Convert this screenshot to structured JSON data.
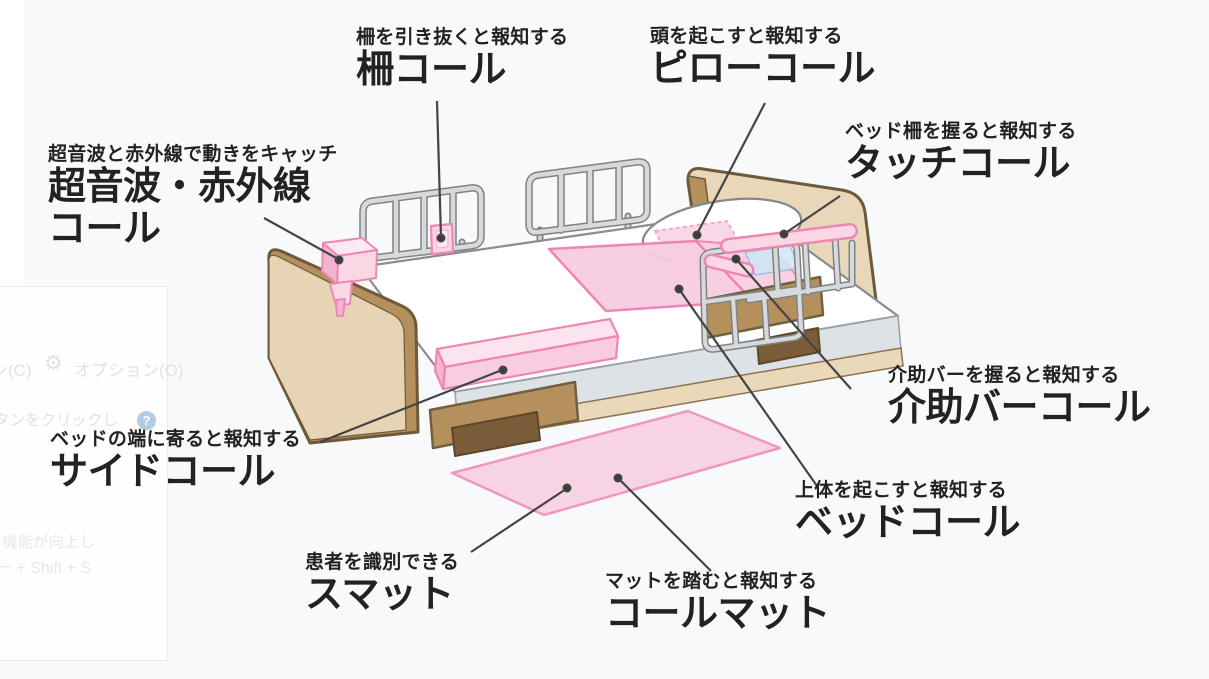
{
  "background": {
    "page_bg": "#f8f9fa",
    "left_strip_bg": "#ffffff"
  },
  "ghost_window": {
    "menu_item_cut": "ン(C)",
    "menu_item_options": "オプション(O)",
    "hint_line": "タンをクリックし",
    "help_glyph": "?",
    "info_line1": "機能が向上し",
    "info_line2": "ー + Shift + S",
    "gear_glyph": "⚙"
  },
  "diagram": {
    "colors": {
      "pink_fill": "#f8d0e2",
      "pink_border": "#ef87b5",
      "wood_tan": "#e8d7b8",
      "wood_brown": "#b5905c",
      "wood_dark": "#7a5d38",
      "rail_gray": "#d7d9db",
      "rail_outline": "#7f8285",
      "mattress_white": "#ffffff",
      "label_text": "#222222",
      "leader_line": "#444444",
      "help_blue": "#b3cbe4"
    },
    "labels": [
      {
        "id": "saku-call",
        "caption": "柵を引き抜くと報知する",
        "title": "柵コール"
      },
      {
        "id": "pillow-call",
        "caption": "頭を起こすと報知する",
        "title": "ピローコール"
      },
      {
        "id": "touch-call",
        "caption": "ベッド柵を握ると報知する",
        "title": "タッチコール"
      },
      {
        "id": "ultrasonic-infrared-call",
        "caption": "超音波と赤外線で動きをキャッチ",
        "title": "超音波・赤外線",
        "title_line2": "コール"
      },
      {
        "id": "side-call",
        "caption": "ベッドの端に寄ると報知する",
        "title": "サイドコール"
      },
      {
        "id": "assist-bar-call",
        "caption": "介助バーを握ると報知する",
        "title": "介助バーコール"
      },
      {
        "id": "bed-call",
        "caption": "上体を起こすと報知する",
        "title": "ベッドコール"
      },
      {
        "id": "smat",
        "caption": "患者を識別できる",
        "title": "スマット"
      },
      {
        "id": "call-mat",
        "caption": "マットを踏むと報知する",
        "title": "コールマット"
      }
    ]
  }
}
